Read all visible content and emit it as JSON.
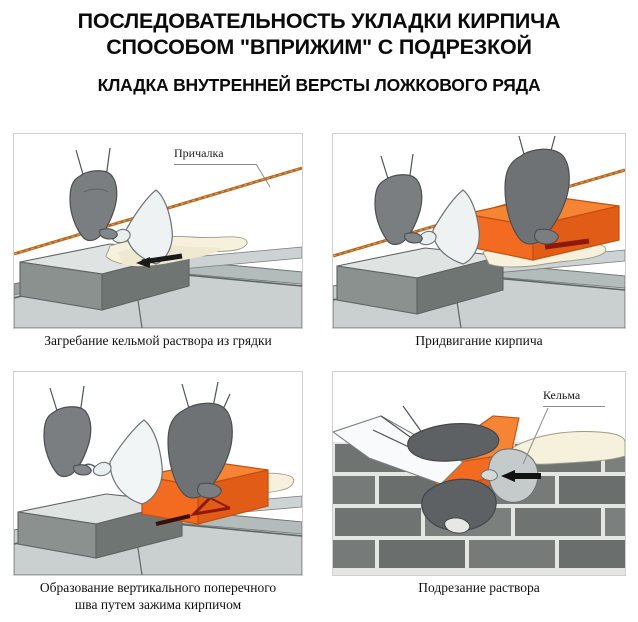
{
  "heading": {
    "title_line_1": "ПОСЛЕДОВАТЕЛЬНОСТЬ УКЛАДКИ КИРПИЧА",
    "title_line_2": "СПОСОБОМ \"ВПРИЖИМ\" С ПОДРЕЗКОЙ",
    "subtitle": "КЛАДКА ВНУТРЕННЕЙ ВЕРСТЫ ЛОЖКОВОГО РЯДА"
  },
  "panels": [
    {
      "index": "1",
      "caption": "Загребание кельмой раствора из грядки",
      "caption_line_2": "",
      "annotation": "Причалка",
      "icons": [
        "gloved-hand-icon",
        "trowel-icon",
        "mortar-icon",
        "brick-icon",
        "string-line-icon",
        "direction-arrow-icon"
      ]
    },
    {
      "index": "2",
      "caption": "Придвигание кирпича",
      "caption_line_2": "",
      "annotation": "",
      "icons": [
        "gloved-hand-icon",
        "trowel-icon",
        "orange-brick-icon",
        "brick-icon",
        "string-line-icon",
        "direction-arrow-icon"
      ]
    },
    {
      "index": "3",
      "caption": "Образование вертикального поперечного",
      "caption_line_2": "шва путем зажима кирпичом",
      "annotation": "",
      "icons": [
        "gloved-hand-icon",
        "trowel-icon",
        "orange-brick-icon",
        "brick-icon",
        "direction-arrow-icon"
      ]
    },
    {
      "index": "4",
      "caption": "Подрезание раствора",
      "caption_line_2": "",
      "annotation": "Кельма",
      "icons": [
        "gloved-hand-icon",
        "trowel-icon",
        "orange-brick-icon",
        "brick-wall-icon",
        "mortar-icon",
        "direction-arrow-icon"
      ]
    }
  ],
  "colors": {
    "background": "#ffffff",
    "text": "#0b0b0b",
    "brick_orange": "#f26b21",
    "brick_orange_dark": "#d8551a",
    "brick_gray_top": "#d8dedd",
    "brick_gray_front": "#7d8281",
    "brick_gray_side": "#9aa09f",
    "mortar_cream": "#f4efdc",
    "glove_gray": "#77797a",
    "string_line": "#b5671f",
    "panel_border": "#cfcfcf",
    "arrow_black": "#1a1a1a",
    "wall_brick": "#6f7472",
    "wall_joint": "#e4e6e4"
  }
}
